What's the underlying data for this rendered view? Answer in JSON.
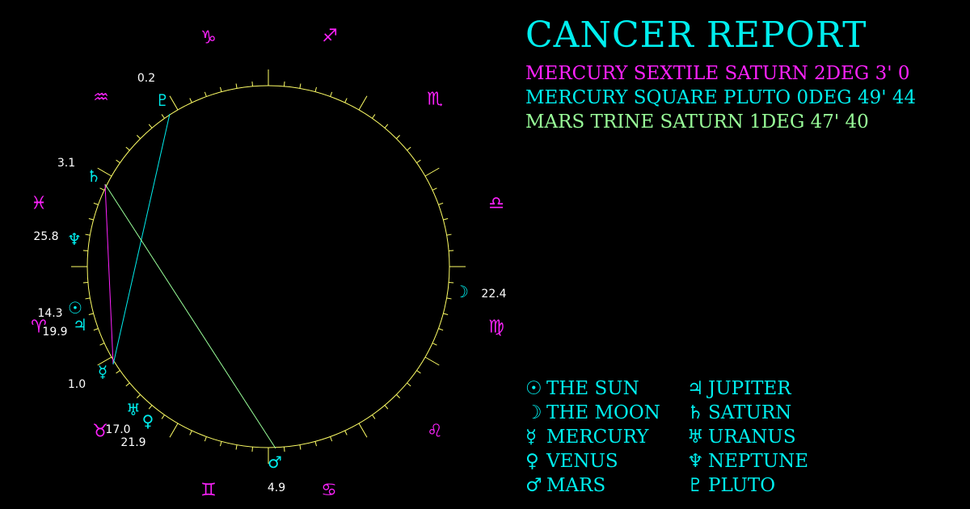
{
  "report": {
    "title": "CANCER REPORT",
    "aspects": [
      {
        "text": "MERCURY SEXTILE SATURN 2DEG 3' 0",
        "color": "#ff22ff"
      },
      {
        "text": "MERCURY SQUARE PLUTO 0DEG 49' 44",
        "color": "#00eeee"
      },
      {
        "text": "MARS TRINE SATURN 1DEG 47' 40",
        "color": "#99ff99"
      }
    ]
  },
  "colors": {
    "background": "#000000",
    "ring": "#ffff66",
    "sign": "#ff22ff",
    "planet": "#00eeee",
    "label": "#ffffff"
  },
  "wheel": {
    "signs": [
      {
        "name": "capricorn",
        "glyph": "♑"
      },
      {
        "name": "sagittarius",
        "glyph": "♐"
      },
      {
        "name": "scorpio",
        "glyph": "♏"
      },
      {
        "name": "libra",
        "glyph": "♎"
      },
      {
        "name": "virgo",
        "glyph": "♍"
      },
      {
        "name": "leo",
        "glyph": "♌"
      },
      {
        "name": "cancer",
        "glyph": "♋"
      },
      {
        "name": "gemini",
        "glyph": "♊"
      },
      {
        "name": "taurus",
        "glyph": "♉"
      },
      {
        "name": "aries",
        "glyph": "♈"
      },
      {
        "name": "pisces",
        "glyph": "♓"
      },
      {
        "name": "aquarius",
        "glyph": "♒"
      }
    ],
    "planets": [
      {
        "name": "pluto",
        "glyph": "♇",
        "value": "0.2"
      },
      {
        "name": "saturn",
        "glyph": "♄",
        "value": "3.1"
      },
      {
        "name": "neptune",
        "glyph": "♆",
        "value": "25.8"
      },
      {
        "name": "sun",
        "glyph": "☉",
        "value": "14.3"
      },
      {
        "name": "jupiter",
        "glyph": "♃",
        "value": "19.9"
      },
      {
        "name": "mercury",
        "glyph": "☿",
        "value": "1.0"
      },
      {
        "name": "uranus",
        "glyph": "♅",
        "value": "17.0"
      },
      {
        "name": "venus",
        "glyph": "♀",
        "value": "21.9"
      },
      {
        "name": "mars",
        "glyph": "♂",
        "value": "4.9"
      },
      {
        "name": "moon",
        "glyph": "☽",
        "value": "22.4"
      }
    ],
    "aspect_lines": [
      {
        "from": "mercury",
        "to": "saturn",
        "color": "#ff22ff"
      },
      {
        "from": "mercury",
        "to": "pluto",
        "color": "#00eeee"
      },
      {
        "from": "mars",
        "to": "saturn",
        "color": "#99ff99"
      }
    ]
  },
  "legend": [
    {
      "glyph": "☉",
      "label": "THE SUN"
    },
    {
      "glyph": "☽",
      "label": "THE MOON"
    },
    {
      "glyph": "☿",
      "label": "MERCURY"
    },
    {
      "glyph": "♀",
      "label": "VENUS"
    },
    {
      "glyph": "♂",
      "label": "MARS"
    },
    {
      "glyph": "♃",
      "label": "JUPITER"
    },
    {
      "glyph": "♄",
      "label": "SATURN"
    },
    {
      "glyph": "♅",
      "label": "URANUS"
    },
    {
      "glyph": "♆",
      "label": "NEPTUNE"
    },
    {
      "glyph": "♇",
      "label": "PLUTO"
    }
  ]
}
